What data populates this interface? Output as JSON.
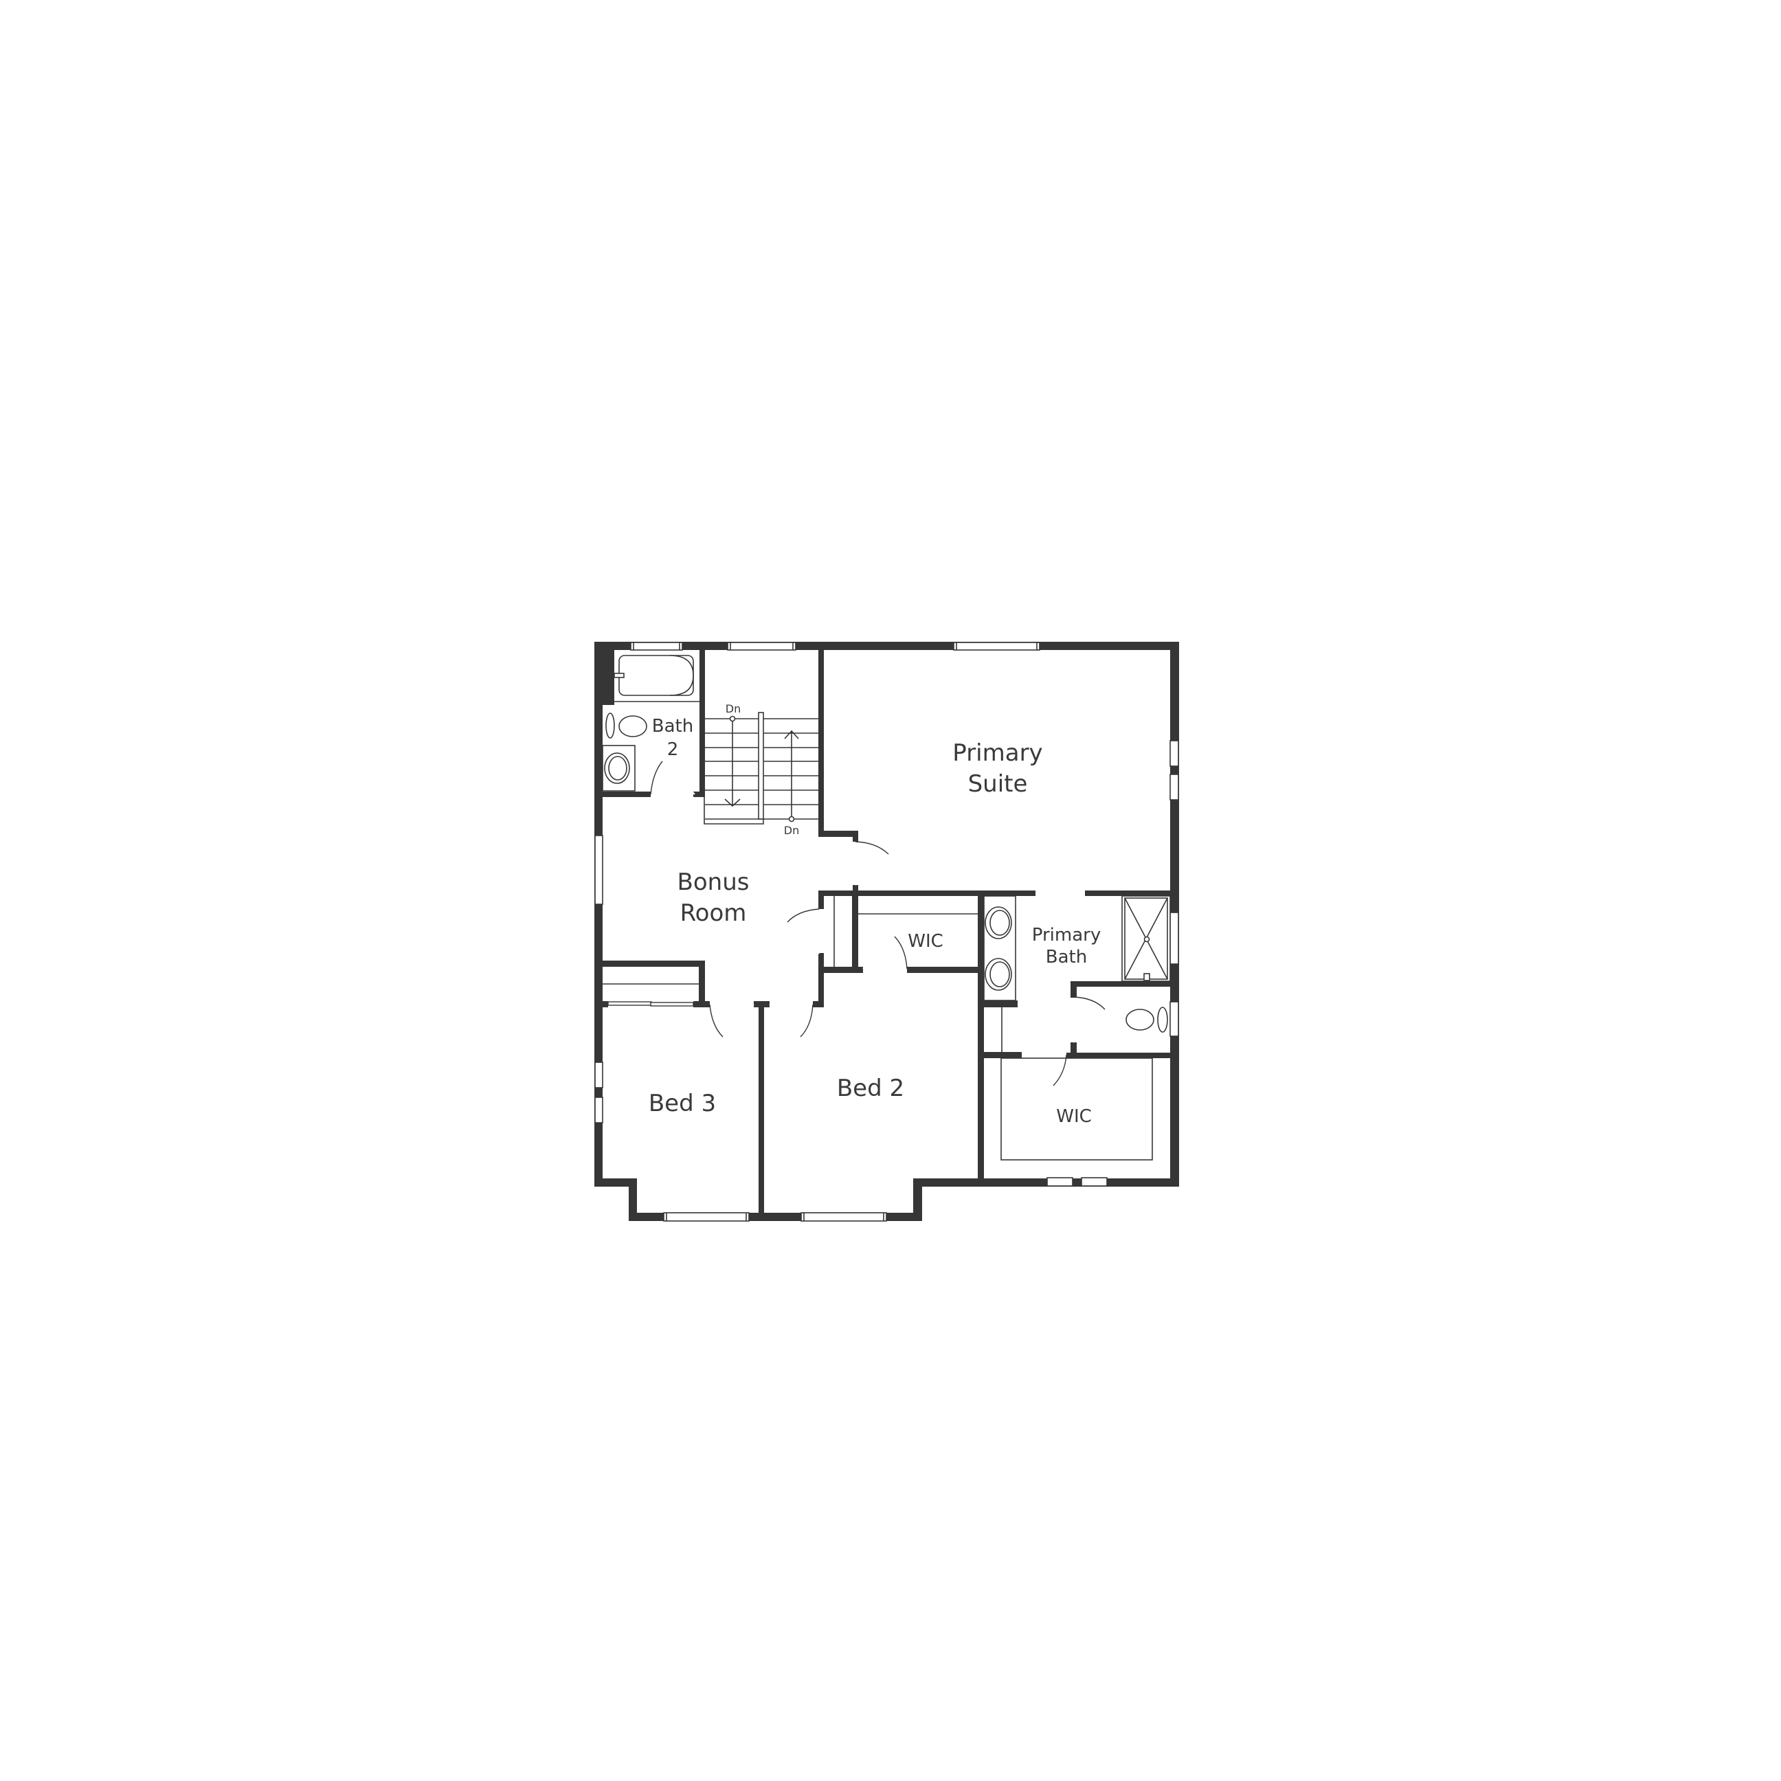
{
  "plan": {
    "type": "floor-plan",
    "level": "second-floor",
    "wall_color": "#363636",
    "background": "#ffffff",
    "text_color": "#3a3a3a"
  },
  "rooms": {
    "primary_suite": {
      "line1": "Primary",
      "line2": "Suite"
    },
    "bonus_room": {
      "line1": "Bonus",
      "line2": "Room"
    },
    "bath_2": {
      "line1": "Bath",
      "line2": "2"
    },
    "primary_bath": {
      "line1": "Primary",
      "line2": "Bath"
    },
    "wic_hall": {
      "label": "WIC"
    },
    "wic_primary": {
      "label": "WIC"
    },
    "bed_2": {
      "label": "Bed 2"
    },
    "bed_3": {
      "label": "Bed 3"
    }
  },
  "stairs": {
    "down_label_upper": "Dn",
    "down_label_lower": "Dn"
  }
}
